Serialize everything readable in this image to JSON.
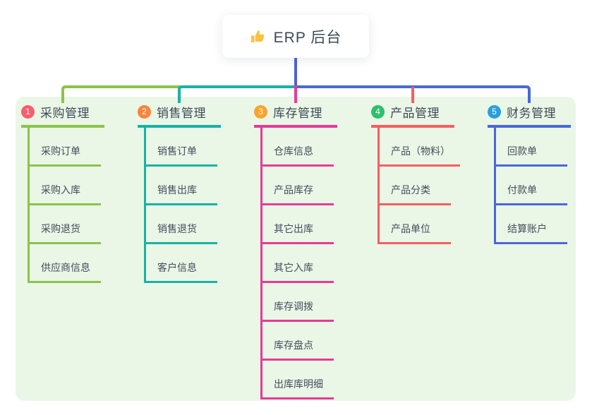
{
  "canvas": {
    "page_bg": "#ffffff",
    "panel_bg": "#eaf6e6",
    "text_color": "#3d4a59"
  },
  "root": {
    "label": "ERP 后台",
    "icon": "thumbs-up-icon",
    "icon_color": "#f6c343"
  },
  "connectors": {
    "root_line": "#4a64d6",
    "segment_left_green": "#8bc34a",
    "segment_mid_teal": "#18b2a5",
    "segment_right_blue": "#4a68d9",
    "drop_branch3_magenta": "#e83a97",
    "drop_branch4_red": "#f85d60"
  },
  "branches": [
    {
      "num": "1",
      "label": "采购管理",
      "badge_color": "#f75f6d",
      "line_color": "#8bc34a",
      "children": [
        "采购订单",
        "采购入库",
        "采购退货",
        "供应商信息"
      ]
    },
    {
      "num": "2",
      "label": "销售管理",
      "badge_color": "#f8843d",
      "line_color": "#18b2a5",
      "children": [
        "销售订单",
        "销售出库",
        "销售退货",
        "客户信息"
      ]
    },
    {
      "num": "3",
      "label": "库存管理",
      "badge_color": "#fba42c",
      "line_color": "#e83a97",
      "children": [
        "仓库信息",
        "产品库存",
        "其它出库",
        "其它入库",
        "库存调拨",
        "库存盘点",
        "出库库明细"
      ]
    },
    {
      "num": "4",
      "label": "产品管理",
      "badge_color": "#2cc06d",
      "line_color": "#f85d60",
      "children": [
        "产品（物料）",
        "产品分类",
        "产品单位"
      ]
    },
    {
      "num": "5",
      "label": "财务管理",
      "badge_color": "#2aa0da",
      "line_color": "#4a68d9",
      "children": [
        "回款单",
        "付款单",
        "结算账户"
      ]
    }
  ]
}
